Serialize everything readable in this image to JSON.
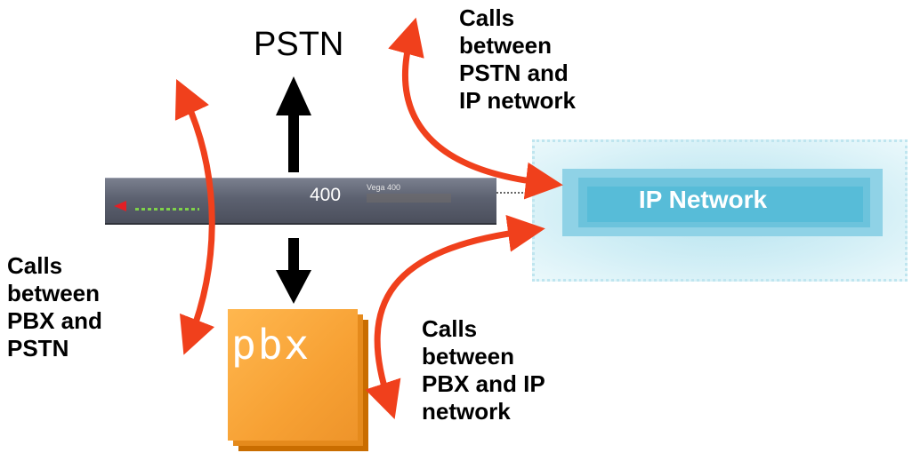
{
  "nodes": {
    "pstn": "PSTN",
    "ip_network": "IP Network",
    "pbx": "pbx",
    "device_model": "400",
    "device_name": "Vega 400"
  },
  "labels": {
    "pstn_ip": [
      "Calls",
      "between",
      "PSTN and",
      "IP network"
    ],
    "pbx_pstn": [
      "Calls",
      "between",
      "PBX and",
      "PSTN"
    ],
    "pbx_ip": [
      "Calls",
      "between",
      "PBX and IP",
      "network"
    ]
  },
  "colors": {
    "arrow_red": "#f0401c",
    "arrow_black": "#000000",
    "ip_cloud": "#57bcd8",
    "pbx_orange": "#f7a134",
    "device_gray": "#5c6170"
  }
}
